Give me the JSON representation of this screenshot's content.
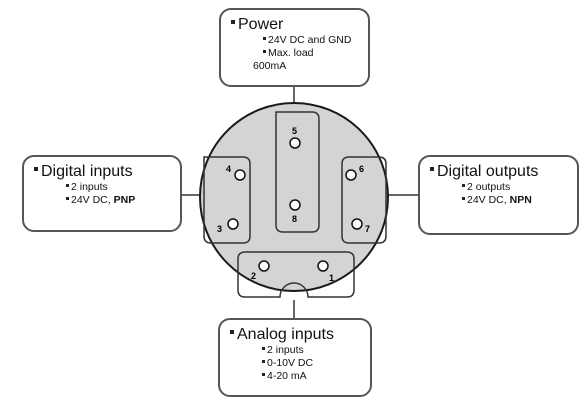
{
  "power": {
    "title": "Power",
    "lines": [
      "24V DC and GND",
      "Max. load",
      "600mA"
    ]
  },
  "digital_inputs": {
    "title": "Digital inputs",
    "line1": "2 inputs",
    "line2_prefix": "24V DC, ",
    "line2_bold": "PNP"
  },
  "digital_outputs": {
    "title": "Digital outputs",
    "line1": "2 outputs",
    "line2_prefix": "24V DC, ",
    "line2_bold": "NPN"
  },
  "analog_inputs": {
    "title": "Analog inputs",
    "lines": [
      "2 inputs",
      "0-10V DC",
      "4-20 mA"
    ]
  },
  "pins": [
    "1",
    "2",
    "3",
    "4",
    "5",
    "6",
    "7",
    "8"
  ],
  "colors": {
    "connector_fill": "#d4d4d4",
    "outline": "#1a1a1a",
    "box_border": "#555555"
  }
}
